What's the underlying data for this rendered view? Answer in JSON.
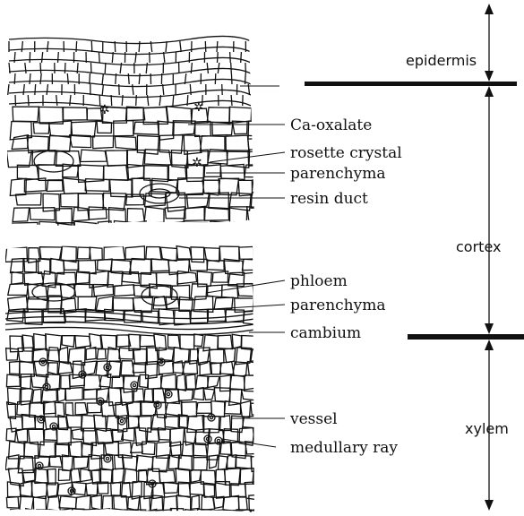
{
  "figure": {
    "tissue_labels": [
      "Ca-oxalate",
      "rosette crystal",
      "parenchyma",
      "resin duct",
      "phloem",
      "parenchyma",
      "cambium",
      "vessel",
      "medullary ray"
    ],
    "region_labels": [
      "epidermis",
      "cortex",
      "xylem"
    ]
  }
}
